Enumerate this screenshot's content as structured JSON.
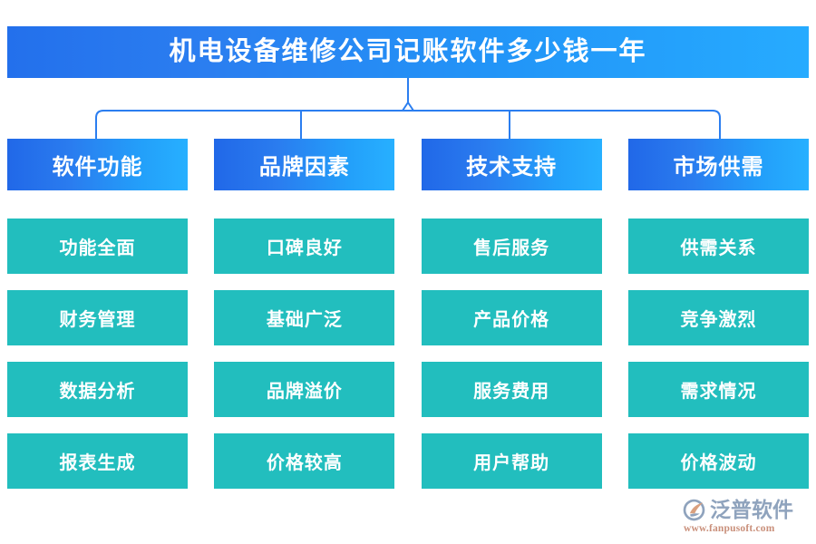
{
  "title": {
    "text": "机电设备维修公司记账软件多少钱一年"
  },
  "colors": {
    "title_gradient_start": "#2370ec",
    "title_gradient_end": "#26abff",
    "header_gradient_start": "#2168e8",
    "header_gradient_end": "#27b0ff",
    "item_fill": "#22bebe",
    "connector_line": "#2b7ef0",
    "logo_text": "#8fa3bd",
    "logo_url": "#c98f7a",
    "background": "#ffffff"
  },
  "columns": [
    {
      "header": "软件功能",
      "items": [
        "功能全面",
        "财务管理",
        "数据分析",
        "报表生成"
      ]
    },
    {
      "header": "品牌因素",
      "items": [
        "口碑良好",
        "基础广泛",
        "品牌溢价",
        "价格较高"
      ]
    },
    {
      "header": "技术支持",
      "items": [
        "售后服务",
        "产品价格",
        "服务费用",
        "用户帮助"
      ]
    },
    {
      "header": "市场供需",
      "items": [
        "供需关系",
        "竞争激烈",
        "需求情况",
        "价格波动"
      ]
    }
  ],
  "logo": {
    "name": "泛普软件",
    "url": "www.fanpusoft.com"
  }
}
